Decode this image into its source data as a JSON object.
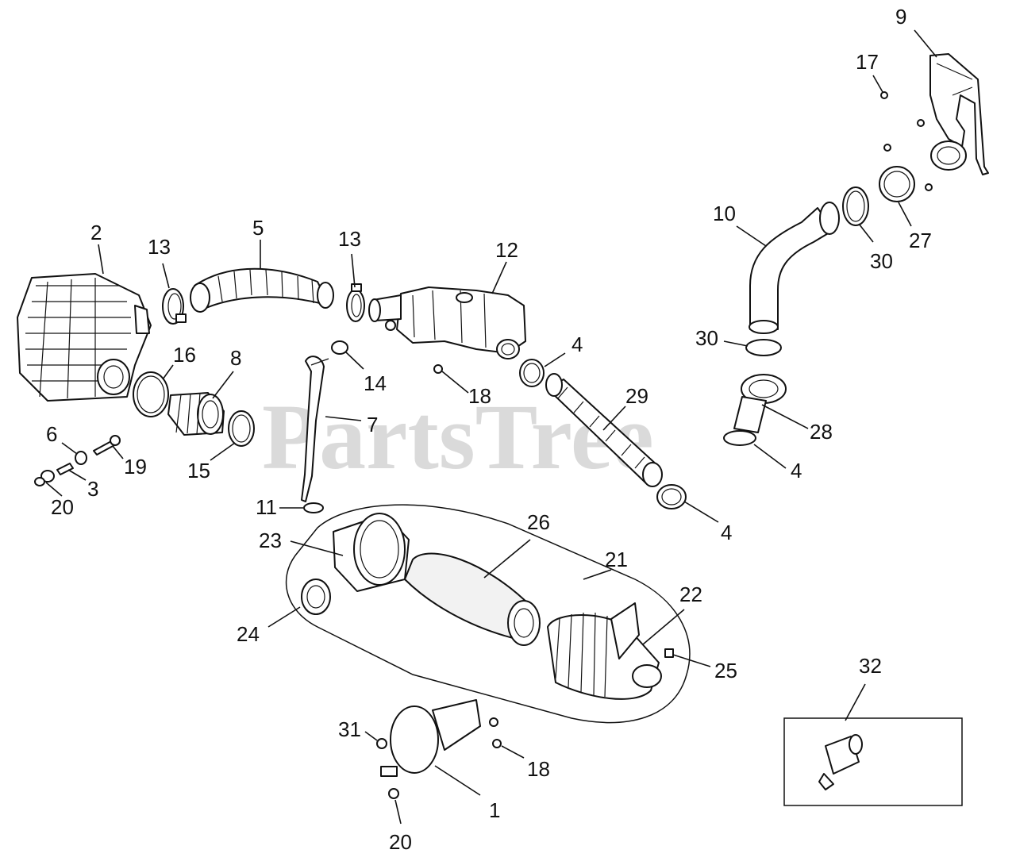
{
  "watermark": "PartsTree",
  "callouts": [
    {
      "id": "c9",
      "text": "9"
    },
    {
      "id": "c17",
      "text": "17"
    },
    {
      "id": "c10",
      "text": "10"
    },
    {
      "id": "c30a",
      "text": "30"
    },
    {
      "id": "c27",
      "text": "27"
    },
    {
      "id": "c2",
      "text": "2"
    },
    {
      "id": "c13a",
      "text": "13"
    },
    {
      "id": "c5",
      "text": "5"
    },
    {
      "id": "c13b",
      "text": "13"
    },
    {
      "id": "c12",
      "text": "12"
    },
    {
      "id": "c16",
      "text": "16"
    },
    {
      "id": "c8",
      "text": "8"
    },
    {
      "id": "c14",
      "text": "14"
    },
    {
      "id": "c4a",
      "text": "4"
    },
    {
      "id": "c18a",
      "text": "18"
    },
    {
      "id": "c30b",
      "text": "30"
    },
    {
      "id": "c29",
      "text": "29"
    },
    {
      "id": "c28",
      "text": "28"
    },
    {
      "id": "c7",
      "text": "7"
    },
    {
      "id": "c6",
      "text": "6"
    },
    {
      "id": "c19",
      "text": "19"
    },
    {
      "id": "c3",
      "text": "3"
    },
    {
      "id": "c20a",
      "text": "20"
    },
    {
      "id": "c15",
      "text": "15"
    },
    {
      "id": "c4b",
      "text": "4"
    },
    {
      "id": "c11",
      "text": "11"
    },
    {
      "id": "c4c",
      "text": "4"
    },
    {
      "id": "c23",
      "text": "23"
    },
    {
      "id": "c26",
      "text": "26"
    },
    {
      "id": "c21",
      "text": "21"
    },
    {
      "id": "c22",
      "text": "22"
    },
    {
      "id": "c24",
      "text": "24"
    },
    {
      "id": "c25",
      "text": "25"
    },
    {
      "id": "c32",
      "text": "32"
    },
    {
      "id": "c31",
      "text": "31"
    },
    {
      "id": "c18b",
      "text": "18"
    },
    {
      "id": "c1",
      "text": "1"
    },
    {
      "id": "c20b",
      "text": "20"
    }
  ]
}
